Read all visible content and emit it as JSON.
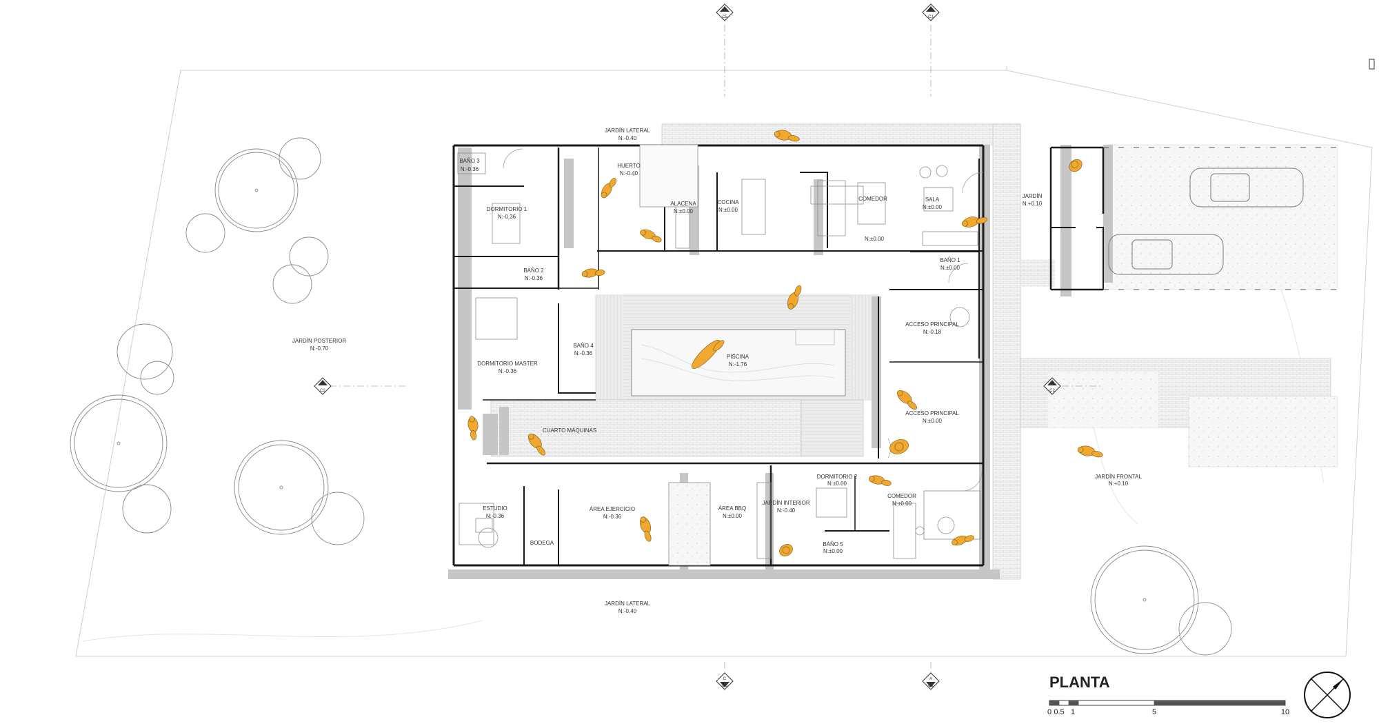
{
  "plan": {
    "title": "PLANTA",
    "scale_bar": {
      "ticks": [
        "0",
        "0.5",
        "1",
        "5",
        "10"
      ]
    },
    "section_markers": [
      {
        "id": "mk-top-c",
        "letter": "C",
        "code": "C5"
      },
      {
        "id": "mk-top-a",
        "letter": "A",
        "code": "C1"
      },
      {
        "id": "mk-bot-c",
        "letter": "C",
        "code": "C5"
      },
      {
        "id": "mk-bot-a",
        "letter": "A",
        "code": "C1"
      },
      {
        "id": "mk-left-b",
        "letter": "B",
        "code": "C2"
      },
      {
        "id": "mk-right-b",
        "letter": "B",
        "code": "C2"
      }
    ],
    "rooms": [
      {
        "id": "jardin-lateral-top",
        "name": "JARDÍN LATERAL",
        "level": "N:-0.40"
      },
      {
        "id": "bano-3",
        "name": "BAÑO 3",
        "level": "N:-0.36"
      },
      {
        "id": "dormitorio-1",
        "name": "DORMITORIO 1",
        "level": "N:-0.36"
      },
      {
        "id": "bano-2",
        "name": "BAÑO 2",
        "level": "N:-0.36"
      },
      {
        "id": "huerto",
        "name": "HUERTO",
        "level": "N:-0.40"
      },
      {
        "id": "alacena",
        "name": "ALACENA",
        "level": "N:±0.00"
      },
      {
        "id": "cocina",
        "name": "COCINA",
        "level": "N:±0.00"
      },
      {
        "id": "comedor",
        "name": "COMEDOR",
        "level": "N:±0.00"
      },
      {
        "id": "sala",
        "name": "SALA",
        "level": "N:±0.00"
      },
      {
        "id": "bano-1",
        "name": "BAÑO 1",
        "level": "N:±0.00"
      },
      {
        "id": "jardin-right",
        "name": "JARDÍN",
        "level": "N:+0.10"
      },
      {
        "id": "jardin-posterior",
        "name": "JARDÍN POSTERIOR",
        "level": "N:-0.70"
      },
      {
        "id": "dormitorio-master",
        "name": "DORMITORIO MASTER",
        "level": "N:-0.36"
      },
      {
        "id": "bano-4",
        "name": "BAÑO 4",
        "level": "N:-0.36"
      },
      {
        "id": "piscina",
        "name": "PISCINA",
        "level": "N:-1.76"
      },
      {
        "id": "acceso-principal-1",
        "name": "ACCESO PRINCIPAL",
        "level": "N:-0.18"
      },
      {
        "id": "acceso-principal-2",
        "name": "ACCESO PRINCIPAL",
        "level": "N:±0.00"
      },
      {
        "id": "cuarto-maquinas",
        "name": "CUARTO MÁQUINAS",
        "level": ""
      },
      {
        "id": "estudio",
        "name": "ESTUDIO",
        "level": "N:-0.36"
      },
      {
        "id": "bodega",
        "name": "BODEGA",
        "level": ""
      },
      {
        "id": "area-ejercicio",
        "name": "ÁREA EJERCICIO",
        "level": "N:-0.36"
      },
      {
        "id": "area-bbq",
        "name": "ÁREA BBQ",
        "level": "N:±0.00"
      },
      {
        "id": "jardin-interior",
        "name": "JARDÍN INTERIOR",
        "level": "N:-0.40"
      },
      {
        "id": "dormitorio-2",
        "name": "DORMITORIO 2",
        "level": "N:±0.00"
      },
      {
        "id": "comedor-2",
        "name": "COMEDOR",
        "level": "N:±0.00"
      },
      {
        "id": "bano-5",
        "name": "BAÑO 5",
        "level": "N:±0.00"
      },
      {
        "id": "jardin-frontal",
        "name": "JARDÍN FRONTAL",
        "level": "N:+0.10"
      },
      {
        "id": "jardin-lateral-bottom",
        "name": "JARDÍN LATERAL",
        "level": "N:-0.40"
      },
      {
        "id": "sala-level-extra",
        "name": "",
        "level": "N:±0.00"
      }
    ]
  },
  "colors": {
    "wall": "#1a1a1a",
    "shadow": "#bfbfbf",
    "line": "#9a9a9a",
    "figure": "#f0a830",
    "figure_stroke": "#7a5a10"
  }
}
